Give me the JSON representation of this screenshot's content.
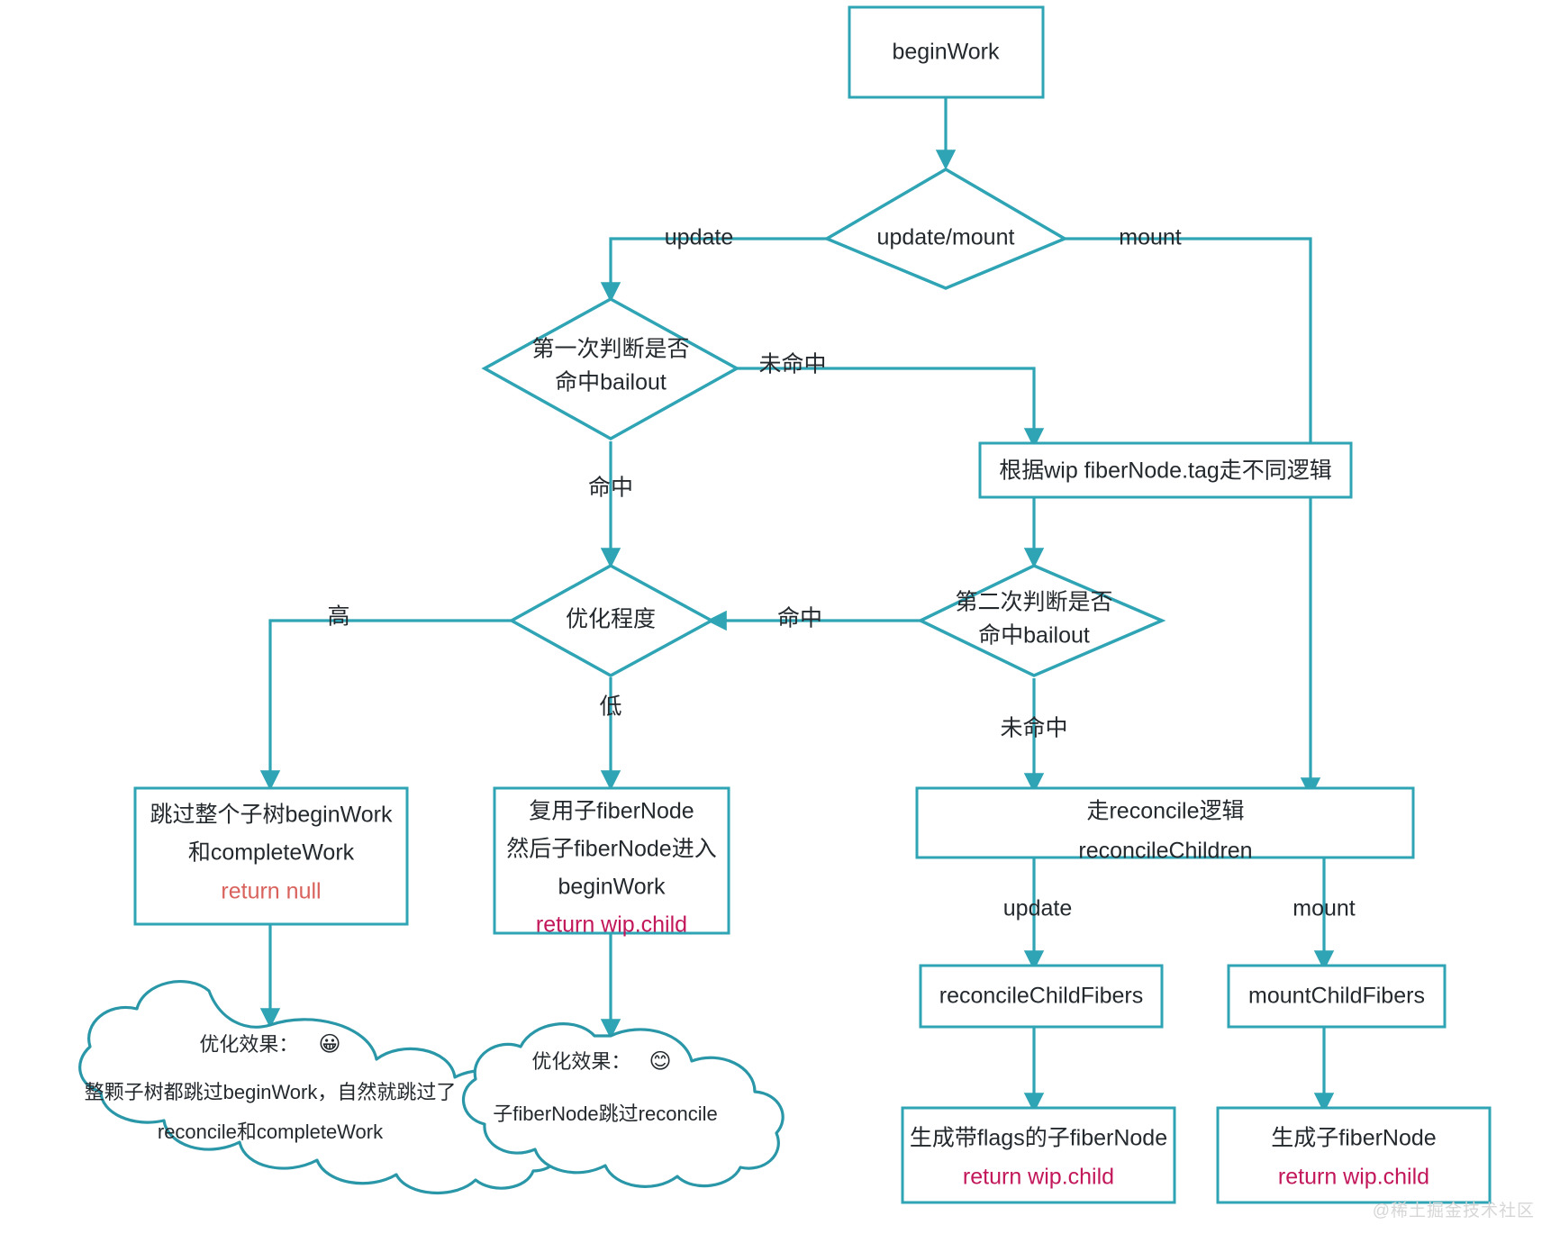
{
  "diagram": {
    "title": "React beginWork bailout flowchart",
    "accent_color": "#2fa4b4",
    "text_color": "#24292e",
    "return_null_color": "#d9625c",
    "return_child_color": "#c2185b",
    "background": "#ffffff"
  },
  "nodes": {
    "begin_work": {
      "label": "beginWork"
    },
    "update_mount": {
      "label": "update/mount"
    },
    "first_bailout": {
      "line1": "第一次判断是否",
      "line2": "命中bailout"
    },
    "tag_logic": {
      "label": "根据wip fiberNode.tag走不同逻辑"
    },
    "optimize_level": {
      "label": "优化程度"
    },
    "second_bailout": {
      "line1": "第二次判断是否",
      "line2": "命中bailout"
    },
    "skip_subtree": {
      "line1": "跳过整个子树beginWork",
      "line2": "和completeWork",
      "line3": "return null"
    },
    "reuse_child": {
      "line1": "复用子fiberNode",
      "line2": "然后子fiberNode进入",
      "line3": "beginWork",
      "line4": "return wip.child"
    },
    "reconcile_logic": {
      "line1": "走reconcile逻辑",
      "line2": "reconcileChildren"
    },
    "reconcile_child_fibers": {
      "label": "reconcileChildFibers"
    },
    "mount_child_fibers": {
      "label": "mountChildFibers"
    },
    "gen_flags_fiber": {
      "line1": "生成带flags的子fiberNode",
      "line2": "return wip.child"
    },
    "gen_fiber": {
      "line1": "生成子fiberNode",
      "line2": "return wip.child"
    }
  },
  "clouds": {
    "left": {
      "line1_label": "优化效果：",
      "line1_emoji": "😀",
      "line2": "整颗子树都跳过beginWork，自然就跳过了",
      "line3": "reconcile和completeWork"
    },
    "right": {
      "line1_label": "优化效果：",
      "line1_emoji": "😊",
      "line2": "子fiberNode跳过reconcile"
    }
  },
  "edge_labels": {
    "update": "update",
    "mount": "mount",
    "miss_1": "未命中",
    "hit_1": "命中",
    "high": "高",
    "low": "低",
    "hit_2": "命中",
    "miss_2": "未命中",
    "update_2": "update",
    "mount_2": "mount"
  },
  "watermark": {
    "text": "@稀土掘金技术社区"
  }
}
